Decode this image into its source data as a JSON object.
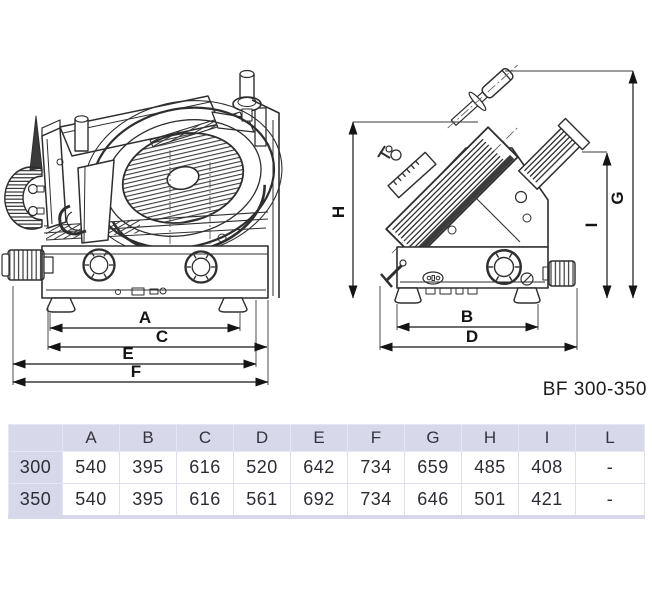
{
  "caption": {
    "model_label": "BF 300-350"
  },
  "dimension_labels": {
    "A": "A",
    "B": "B",
    "C": "C",
    "D": "D",
    "E": "E",
    "F": "F",
    "G": "G",
    "H": "H",
    "I": "I"
  },
  "spec_table": {
    "corner": "",
    "columns": [
      "A",
      "B",
      "C",
      "D",
      "E",
      "F",
      "G",
      "H",
      "I",
      "L"
    ],
    "rows": [
      {
        "model": "300",
        "values": [
          "540",
          "395",
          "616",
          "520",
          "642",
          "734",
          "659",
          "485",
          "408",
          "-"
        ]
      },
      {
        "model": "350",
        "values": [
          "540",
          "395",
          "616",
          "561",
          "692",
          "734",
          "646",
          "501",
          "421",
          "-"
        ]
      }
    ]
  },
  "colors": {
    "line_art": "#2e2e2e",
    "table_header_bg": "#d7d8e9",
    "grid_line": "#dddef0",
    "text": "#2c2c35"
  }
}
